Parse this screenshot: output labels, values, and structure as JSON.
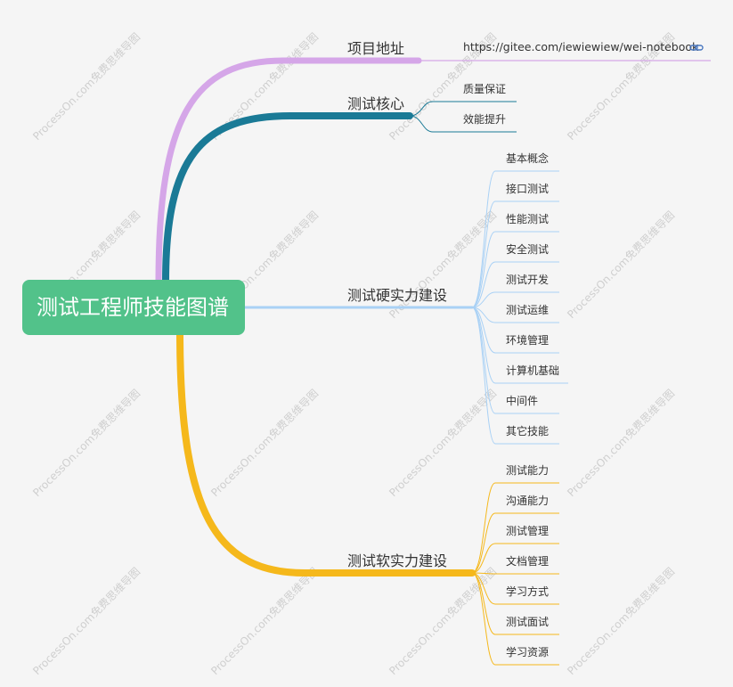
{
  "root": {
    "label": "测试工程师技能图谱",
    "color": "#52c28a"
  },
  "watermark": "ProcessOn.com免费思维导图",
  "branches": [
    {
      "label": "项目地址",
      "color": "#d5a6e8",
      "url": "https://gitee.com/iewiewiew/wei-notebook",
      "link_icon": "link-icon",
      "children": []
    },
    {
      "label": "测试核心",
      "color": "#1a7a96",
      "children": [
        "质量保证",
        "效能提升"
      ]
    },
    {
      "label": "测试硬实力建设",
      "color": "#a9d1f5",
      "children": [
        "基本概念",
        "接口测试",
        "性能测试",
        "安全测试",
        "测试开发",
        "测试运维",
        "环境管理",
        "计算机基础",
        "中间件",
        "其它技能"
      ]
    },
    {
      "label": "测试软实力建设",
      "color": "#f5b81b",
      "children": [
        "测试能力",
        "沟通能力",
        "测试管理",
        "文档管理",
        "学习方式",
        "测试面试",
        "学习资源"
      ]
    }
  ]
}
